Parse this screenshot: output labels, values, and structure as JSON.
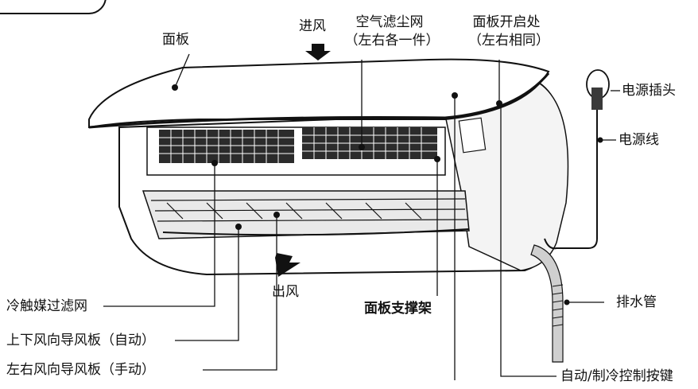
{
  "labels": {
    "panel": "面板",
    "air_in": "进风",
    "air_filter_line1": "空气滤尘网",
    "air_filter_line2": "（左右各一件）",
    "panel_open_line1": "面板开启处",
    "panel_open_line2": "（左右相同）",
    "power_plug": "电源插头",
    "power_cord": "电源线",
    "drain_pipe": "排水管",
    "air_out": "出风",
    "panel_support": "面板支撑架",
    "cold_catalyst_filter": "冷触媒过滤网",
    "vertical_louver": "上下风向导风板（自动）",
    "horizontal_louver": "左右风向导风板（手动）",
    "auto_cool_button": "自动/制冷控制按键"
  }
}
